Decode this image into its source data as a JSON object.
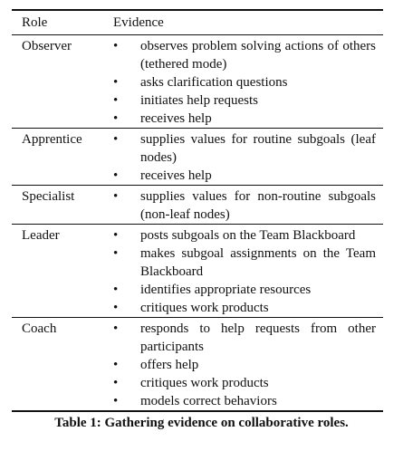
{
  "table": {
    "headers": {
      "role": "Role",
      "evidence": "Evidence"
    },
    "bullet_glyph": "•",
    "rows": [
      {
        "role": "Observer",
        "evidence": [
          "observes problem solving actions of others (tethered mode)",
          "asks clarification questions",
          "initiates help requests",
          "receives help"
        ]
      },
      {
        "role": "Apprentice",
        "evidence": [
          "supplies values for routine subgoals (leaf nodes)",
          "receives help"
        ]
      },
      {
        "role": "Specialist",
        "evidence": [
          "supplies values for non-routine subgoals (non-leaf nodes)"
        ]
      },
      {
        "role": "Leader",
        "evidence": [
          "posts subgoals on the Team Blackboard",
          "makes subgoal assignments on the Team Blackboard",
          "identifies appropriate resources",
          "critiques work products"
        ]
      },
      {
        "role": "Coach",
        "evidence": [
          "responds to help requests from other participants",
          "offers help",
          "critiques work products",
          "models correct behaviors"
        ]
      }
    ]
  },
  "caption": "Table 1: Gathering evidence on collaborative roles."
}
